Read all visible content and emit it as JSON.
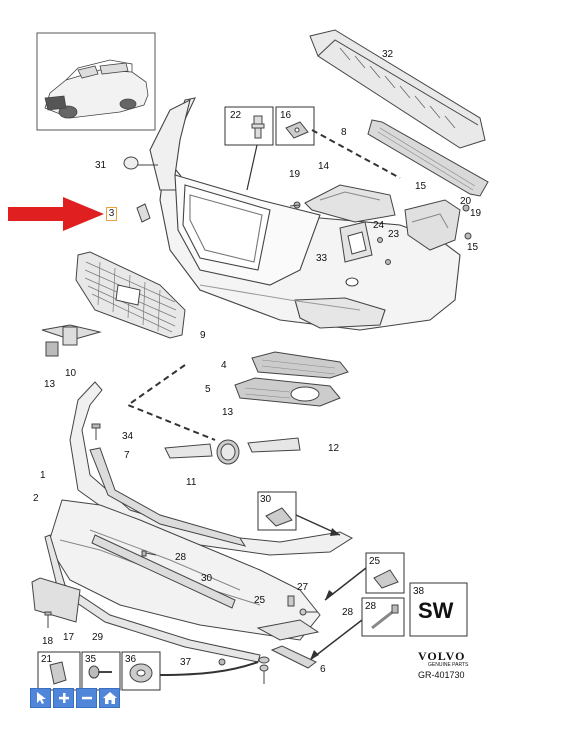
{
  "callouts": [
    {
      "id": "c32",
      "text": "32"
    },
    {
      "id": "c8a",
      "text": "8"
    },
    {
      "id": "c22",
      "text": "22"
    },
    {
      "id": "c16",
      "text": "16"
    },
    {
      "id": "c31",
      "text": "31"
    },
    {
      "id": "c14",
      "text": "14"
    },
    {
      "id": "c19a",
      "text": "19"
    },
    {
      "id": "c15a",
      "text": "15"
    },
    {
      "id": "c20",
      "text": "20"
    },
    {
      "id": "c19b",
      "text": "19"
    },
    {
      "id": "c24",
      "text": "24"
    },
    {
      "id": "c23",
      "text": "23"
    },
    {
      "id": "c15b",
      "text": "15"
    },
    {
      "id": "c33",
      "text": "33"
    },
    {
      "id": "c9",
      "text": "9"
    },
    {
      "id": "c13a",
      "text": "13"
    },
    {
      "id": "c10",
      "text": "10"
    },
    {
      "id": "c4",
      "text": "4"
    },
    {
      "id": "c5",
      "text": "5"
    },
    {
      "id": "c13b",
      "text": "13"
    },
    {
      "id": "c34",
      "text": "34"
    },
    {
      "id": "c7",
      "text": "7"
    },
    {
      "id": "c1",
      "text": "1"
    },
    {
      "id": "c12",
      "text": "12"
    },
    {
      "id": "c11",
      "text": "11"
    },
    {
      "id": "c2",
      "text": "2"
    },
    {
      "id": "c30a",
      "text": "30"
    },
    {
      "id": "c28a",
      "text": "28"
    },
    {
      "id": "c30b",
      "text": "30"
    },
    {
      "id": "c25a",
      "text": "25"
    },
    {
      "id": "c27",
      "text": "27"
    },
    {
      "id": "c25b",
      "text": "25"
    },
    {
      "id": "c28b",
      "text": "28"
    },
    {
      "id": "c38",
      "text": "38"
    },
    {
      "id": "c28c",
      "text": "28"
    },
    {
      "id": "c18",
      "text": "18"
    },
    {
      "id": "c17",
      "text": "17"
    },
    {
      "id": "c29",
      "text": "29"
    },
    {
      "id": "c37",
      "text": "37"
    },
    {
      "id": "c6",
      "text": "6"
    },
    {
      "id": "c21",
      "text": "21"
    },
    {
      "id": "c35",
      "text": "35"
    },
    {
      "id": "c36",
      "text": "36"
    }
  ],
  "highlight_label": "3",
  "sw_label": "SW",
  "brand": "VOLVO",
  "brand_sub": "GENUINE PARTS",
  "part_number": "GR-401730",
  "toolbar": [
    "pointer-icon",
    "zoom-in-icon",
    "zoom-out-icon",
    "home-icon"
  ]
}
